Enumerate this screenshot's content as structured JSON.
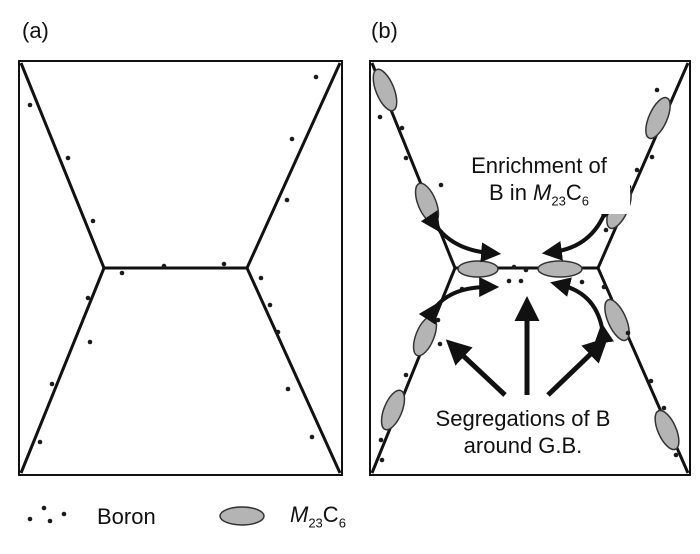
{
  "panels": {
    "a_label": "(a)",
    "b_label": "(b)"
  },
  "annotations": {
    "enrichment": {
      "line1": "Enrichment of",
      "line2_prefix": "B in ",
      "formula_M": "M",
      "formula_M_sub": "23",
      "formula_C": "C",
      "formula_C_sub": "6"
    },
    "segregation": {
      "line1": "Segregations of B",
      "line2": "around G.B."
    }
  },
  "legend": {
    "boron_label": "Boron",
    "carbide_M": "M",
    "carbide_M_sub": "23",
    "carbide_C": "C",
    "carbide_C_sub": "6"
  },
  "colors": {
    "line": "#111111",
    "dot": "#1a1a1a",
    "carbide_fill": "#b4b4b4",
    "carbide_stroke": "#333333"
  }
}
